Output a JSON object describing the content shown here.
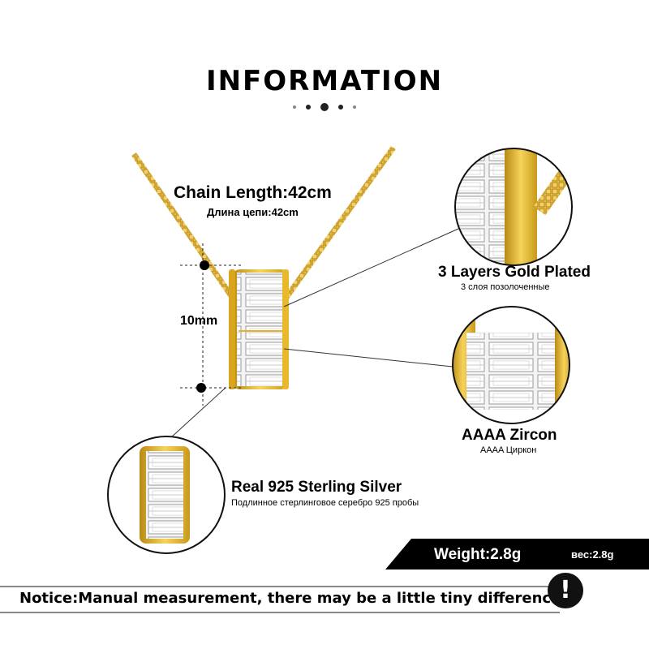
{
  "header": {
    "title": "INFORMATION"
  },
  "specs": {
    "chain_length_en": "Chain Length:42cm",
    "chain_length_ru": "Длина цепи:42cm",
    "pendant_size": "10mm"
  },
  "features": [
    {
      "title": "3 Layers  Gold  Plated",
      "subtitle": "3 слоя позолоченные"
    },
    {
      "title": "AAAA Zircon",
      "subtitle": "AAAA Циркон"
    },
    {
      "title": "Real 925  Sterling  Silver",
      "subtitle": "Подлинное стерлинговое серебро 925 пробы"
    }
  ],
  "weight": {
    "label": "Weight:2.8g",
    "label_ru": "вес:2.8g"
  },
  "notice": {
    "text": "Notice:Manual measurement, there may be a little tiny difference.",
    "icon": "exclamation-icon"
  },
  "colors": {
    "gold": "#e3b12a",
    "gold_dark": "#b98a14",
    "band": "#000000"
  }
}
